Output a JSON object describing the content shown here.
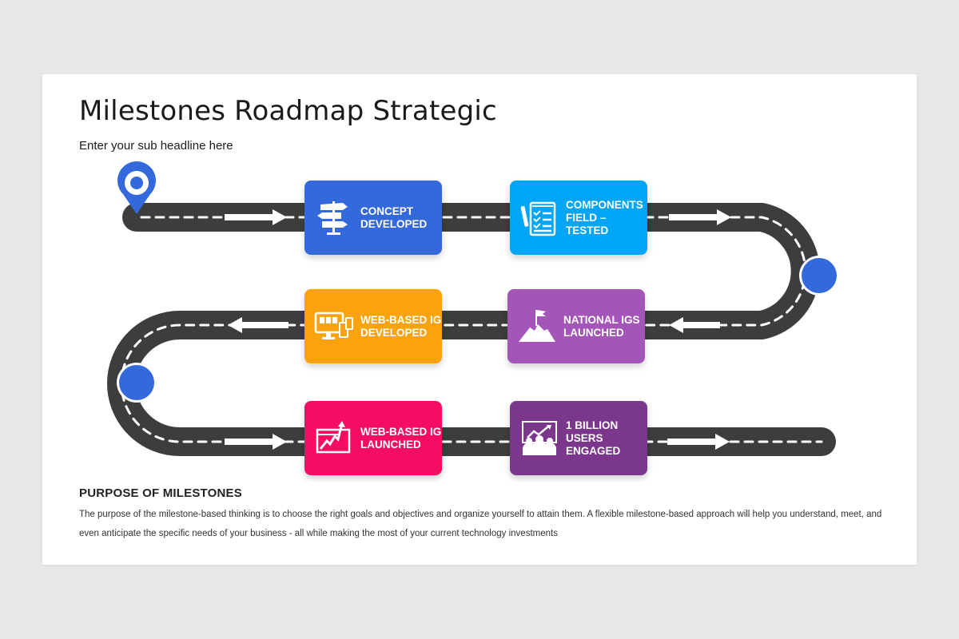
{
  "slide": {
    "title": "Milestones Roadmap Strategic",
    "subtitle": "Enter your sub headline here"
  },
  "colors": {
    "road": "#3d3d3d",
    "road_marking": "#ffffff",
    "pin": "#3469dc",
    "node": "#3469dc",
    "background": "#e9e7e8"
  },
  "milestones": [
    {
      "label": "CONCEPT\nDEVELOPED",
      "icon": "signpost-icon",
      "color": "#3469dc"
    },
    {
      "label": "COMPONENTS\nFIELD –\nTESTED",
      "icon": "checklist-icon",
      "color": "#00a6f5"
    },
    {
      "label": "NATIONAL IGS\nLAUNCHED",
      "icon": "mountain-flag-icon",
      "color": "#a355b8"
    },
    {
      "label": "WEB-BASED IG\nDEVELOPED",
      "icon": "devices-icon",
      "color": "#fba30a"
    },
    {
      "label": "WEB-BASED IG\nLAUNCHED",
      "icon": "growth-chart-icon",
      "color": "#f50d64"
    },
    {
      "label": "1 BILLION\nUSERS\nENGAGED",
      "icon": "team-presentation-icon",
      "color": "#7b378c"
    }
  ],
  "purpose": {
    "title": "PURPOSE OF MILESTONES",
    "body": "The purpose of the milestone-based thinking is to choose the right goals and objectives and organize yourself to attain them. A flexible milestone-based approach will help you understand, meet, and even anticipate the specific needs of your business - all while making the most of your current technology investments"
  }
}
